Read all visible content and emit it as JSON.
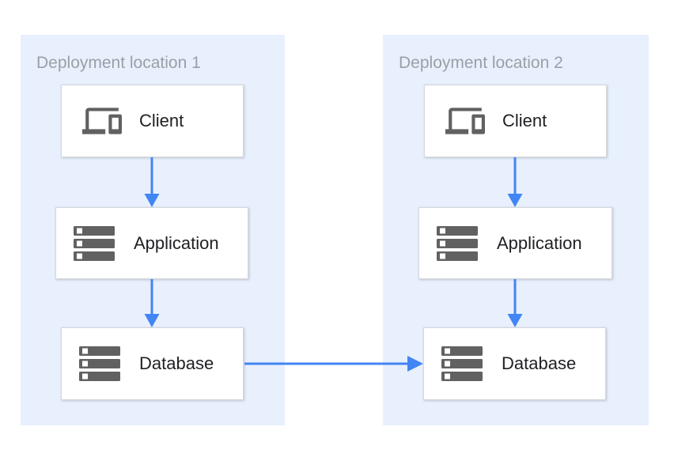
{
  "diagram": {
    "type": "architecture-flow",
    "panels": [
      {
        "title": "Deployment location 1",
        "nodes": [
          {
            "label": "Client",
            "icon": "devices-icon"
          },
          {
            "label": "Application",
            "icon": "server-stack-icon"
          },
          {
            "label": "Database",
            "icon": "server-stack-icon"
          }
        ]
      },
      {
        "title": "Deployment location 2",
        "nodes": [
          {
            "label": "Client",
            "icon": "devices-icon"
          },
          {
            "label": "Application",
            "icon": "server-stack-icon"
          },
          {
            "label": "Database",
            "icon": "server-stack-icon"
          }
        ]
      }
    ],
    "connections": [
      {
        "id": "loc1-client-to-application",
        "from": "location1.client",
        "to": "location1.application",
        "style": "arrow"
      },
      {
        "id": "loc1-application-to-database",
        "from": "location1.application",
        "to": "location1.database",
        "style": "arrow"
      },
      {
        "id": "loc2-client-to-application",
        "from": "location2.client",
        "to": "location2.application",
        "style": "arrow"
      },
      {
        "id": "loc2-application-to-database",
        "from": "location2.application",
        "to": "location2.database",
        "style": "arrow"
      },
      {
        "id": "loc1-database-to-loc2-database",
        "from": "location1.database",
        "to": "location2.database",
        "style": "arrow"
      }
    ],
    "colors": {
      "canvas_bg": "#ffffff",
      "panel_bg": "#e8f0fe",
      "node_bg": "#ffffff",
      "node_border": "#d5d7da",
      "arrow": "#4285f4",
      "icon": "#616161",
      "title_text": "#9aa0a6",
      "label_text": "#202124"
    }
  }
}
